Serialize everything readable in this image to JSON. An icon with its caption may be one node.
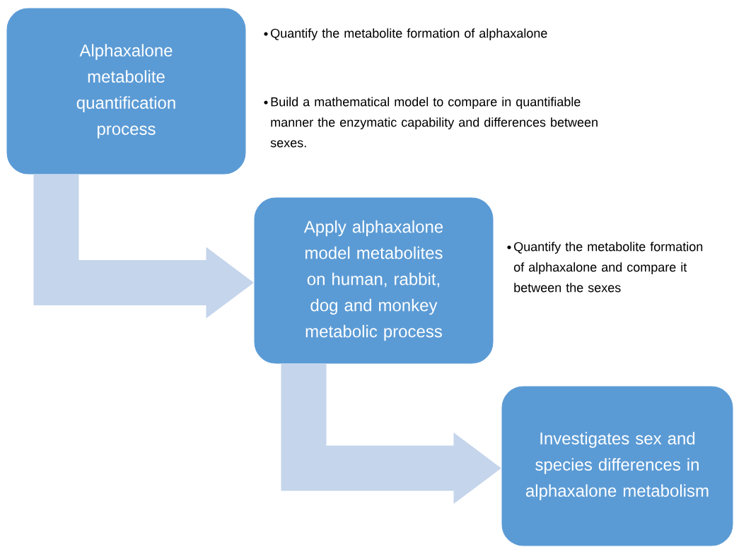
{
  "diagram": {
    "nodes": [
      {
        "text": [
          "Alphaxalone metabolite quantification process"
        ],
        "beside": [
          "Quantify the metabolite formation of alphaxalone",
          "Build a mathematical model to compare in quantifiable manner the enzymatic capability and differences between sexes."
        ]
      },
      {
        "text": [
          "Apply alphaxalone model metabolites on human, rabbit, dog and monkey metabolic process"
        ],
        "beside": [
          "Quantify the metabolite formation of alphaxalone and compare it between the sexes"
        ]
      },
      {
        "text": [
          "Investigates sex and species differences in alphaxalone metabolism"
        ]
      }
    ],
    "edges": [
      {
        "from": 0,
        "to": 1,
        "arrow": "to"
      },
      {
        "from": 1,
        "to": 2,
        "arrow": "to"
      }
    ]
  }
}
